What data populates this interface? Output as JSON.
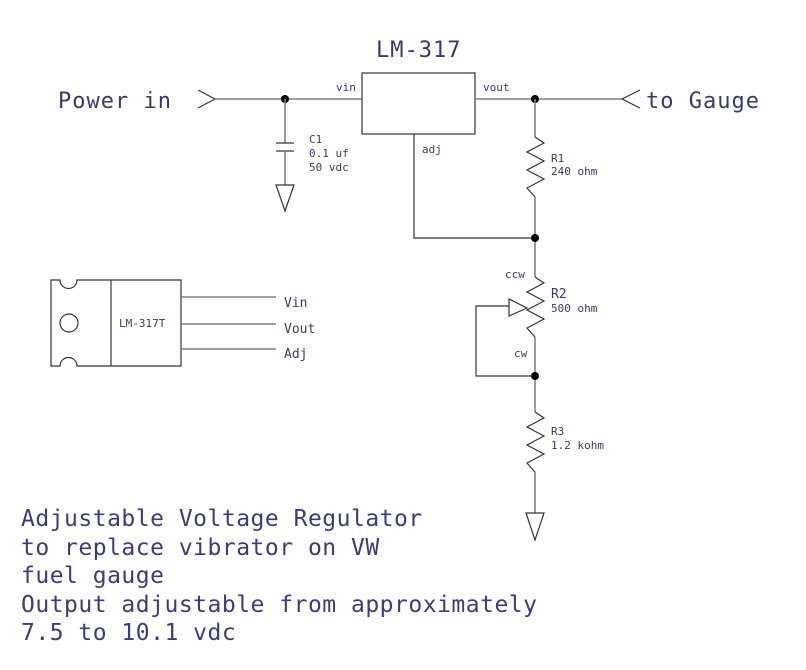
{
  "title": "LM-317",
  "input_label": "Power in",
  "output_label": "to Gauge",
  "regulator_pins": {
    "vin": "vin",
    "vout": "vout",
    "adj": "adj"
  },
  "components": {
    "C1": {
      "ref": "C1",
      "value": "0.1 uf",
      "rating": "50 vdc"
    },
    "R1": {
      "ref": "R1",
      "value": "240 ohm"
    },
    "R2": {
      "ref": "R2",
      "value": "500 ohm",
      "ccw": "ccw",
      "cw": "cw"
    },
    "R3": {
      "ref": "R3",
      "value": "1.2 kohm"
    }
  },
  "package": {
    "name": "LM-317T",
    "pins": [
      "Vin",
      "Vout",
      "Adj"
    ]
  },
  "notes": [
    "Adjustable Voltage Regulator",
    "to replace vibrator on VW",
    "fuel gauge",
    "Output adjustable from approximately",
    "7.5 to 10.1 vdc"
  ],
  "colors": {
    "wire": "#808080",
    "text": "#3a3a66",
    "junction": "#000000"
  }
}
